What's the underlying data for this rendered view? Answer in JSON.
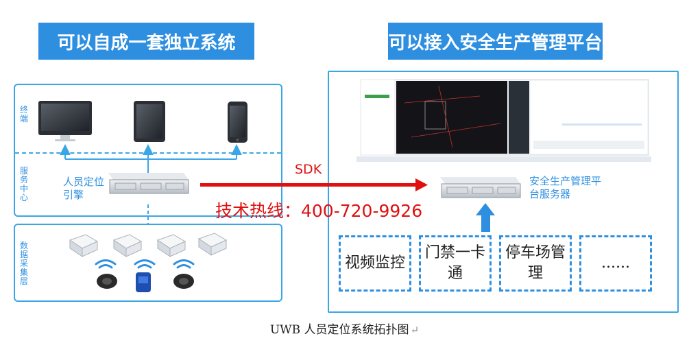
{
  "left_banner": "可以自成一套独立系统",
  "right_banner": "可以接入安全生产管理平台",
  "layers": {
    "terminal": "终端",
    "service_center": "服务中心",
    "data_collection": "数据采集层"
  },
  "engine_label": "人员定位引擎",
  "sdk_label": "SDK",
  "hotline": "技术热线：400-720-9926",
  "platform_server_label": "安全生产管理平台服务器",
  "subsystems": [
    "视频监控",
    "门禁一卡通",
    "停车场管理",
    "......"
  ],
  "caption": "UWB 人员定位系统拓扑图",
  "caption_return_mark": "↵",
  "icons": [
    "monitor-icon",
    "tablet-icon",
    "phone-icon",
    "server-icon",
    "anchor-icon",
    "wristband-icon",
    "tag-icon",
    "dashboard-screenshot"
  ],
  "colors": {
    "accent": "#2e8fe0",
    "arrow": "#e01010",
    "panel_border": "#3aa6e6"
  }
}
